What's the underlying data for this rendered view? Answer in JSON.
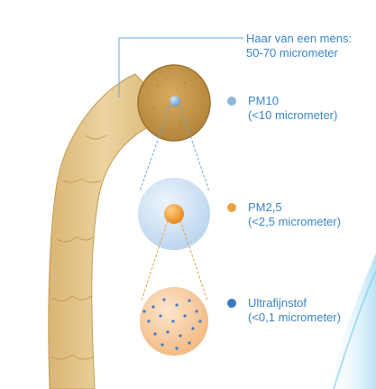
{
  "hair": {
    "label_line1": "Haar van een mens:",
    "label_line2": "50-70 micrometer"
  },
  "legend": [
    {
      "name": "pm10",
      "line1": "PM10",
      "line2": "(<10 micrometer)",
      "color": "#8fb6d8"
    },
    {
      "name": "pm25",
      "line1": "PM2,5",
      "line2": "(<2,5 micrometer)",
      "color": "#f0a040"
    },
    {
      "name": "ultrafine",
      "line1": "Ultrafijnstof",
      "line2": "(<0,1 micrometer)",
      "color": "#3a78c0"
    }
  ],
  "colors": {
    "text": "#3a86c8",
    "hair": "#e6c68c",
    "hair_dark": "#c89e5a",
    "hair_section": "#b8893f",
    "pm25_disc": "#cfe2f5",
    "ultrafine_disc": "#f7caa0"
  }
}
